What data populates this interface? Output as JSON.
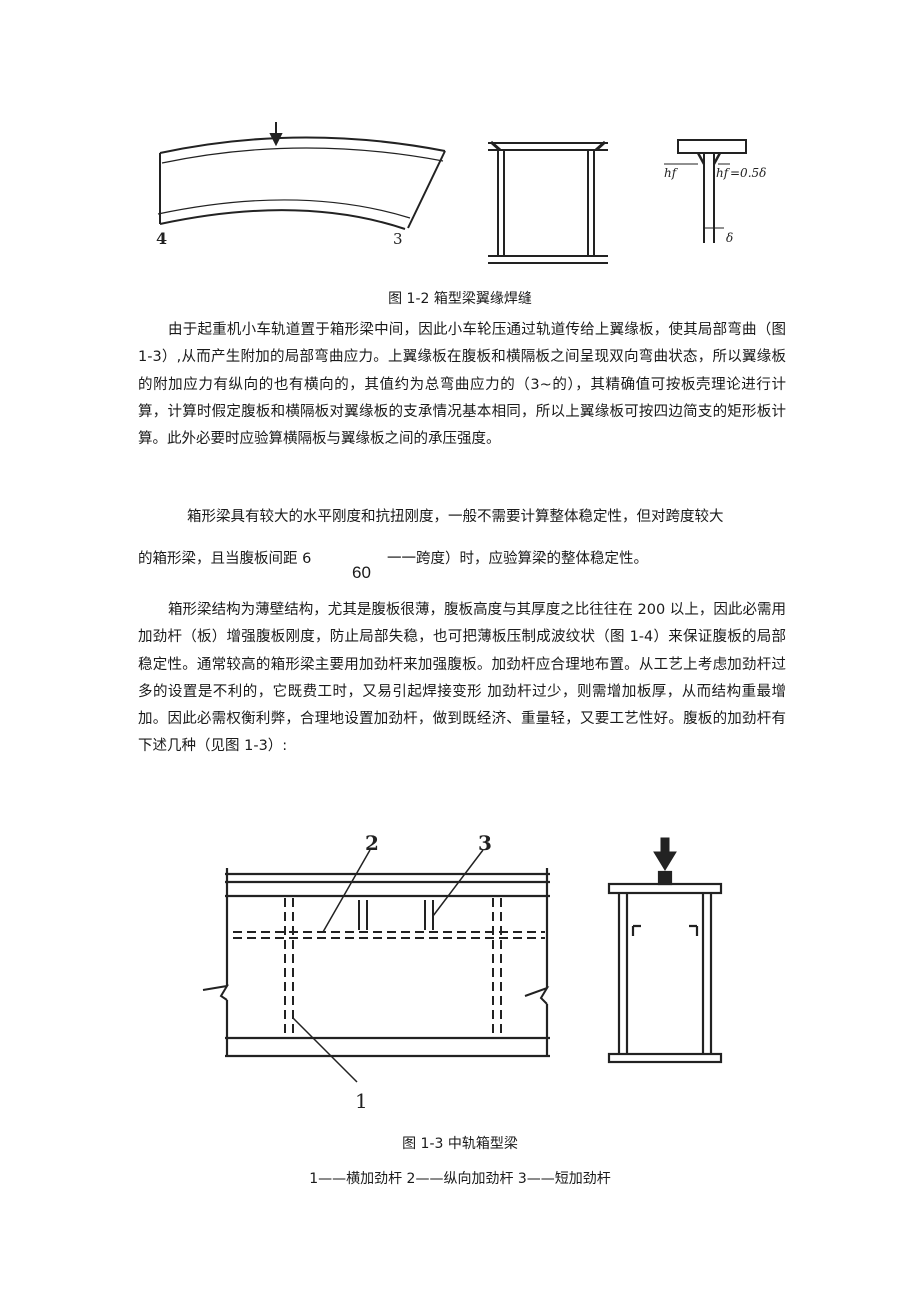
{
  "figure_1_2": {
    "caption": "图 1-2 箱型梁翼缘焊缝",
    "labels": {
      "top_arrow": "↓",
      "left_support": "4",
      "right_support": "3",
      "hf_left": "hf",
      "hf_right": "hf",
      "formula": "=0.5δ",
      "delta": "δ"
    }
  },
  "para1": "由于起重机小车轨道置于箱形梁中间，因此小车轮压通过轨道传给上翼缘板，使其局部弯曲（图 1-3）,从而产生附加的局部弯曲应力。上翼缘板在腹板和横隔板之间呈现双向弯曲状态，所以翼缘板的附加应力有纵向的也有横向的，其值约为总弯曲应力的（3~的），其精确值可按板壳理论进行计算，计算时假定腹板和横隔板对翼缘板的支承情况基本相同，所以上翼缘板可按四边简支的矩形板计算。此外必要时应验算横隔板与翼缘板之间的承压强度。",
  "para2_line1": "箱形梁具有较大的水平刚度和抗扭刚度，一般不需要计算整体稳定性，但对跨度较大",
  "para2_line2_a": "的箱形梁，且当腹板间距 6",
  "para2_line2_b": "一一跨度）时，应验算梁的整体稳定性。",
  "para2_fraction": "60",
  "para3": "箱形梁结构为薄壁结构，尤其是腹板很薄，腹板高度与其厚度之比往往在 200 以上，因此必需用加劲杆（板）增强腹板刚度，防止局部失稳，也可把薄板压制成波纹状（图 1-4）来保证腹板的局部稳定性。通常较高的箱形梁主要用加劲杆来加强腹板。加劲杆应合理地布置。从工艺上考虑加劲杆过多的设置是不利的，它既费工时，又易引起焊接变形 加劲杆过少，则需增加板厚，从而结构重最增加。因此必需权衡利弊，合理地设置加劲杆，做到既经济、重量轻，又要工艺性好。腹板的加劲杆有下述几种（见图 1-3）:",
  "figure_1_3": {
    "caption": "图 1-3 中轨箱型梁",
    "legend": "1——横加劲杆 2——纵向加劲杆 3——短加劲杆",
    "labels": {
      "one": "1",
      "two": "2",
      "three": "3"
    }
  }
}
